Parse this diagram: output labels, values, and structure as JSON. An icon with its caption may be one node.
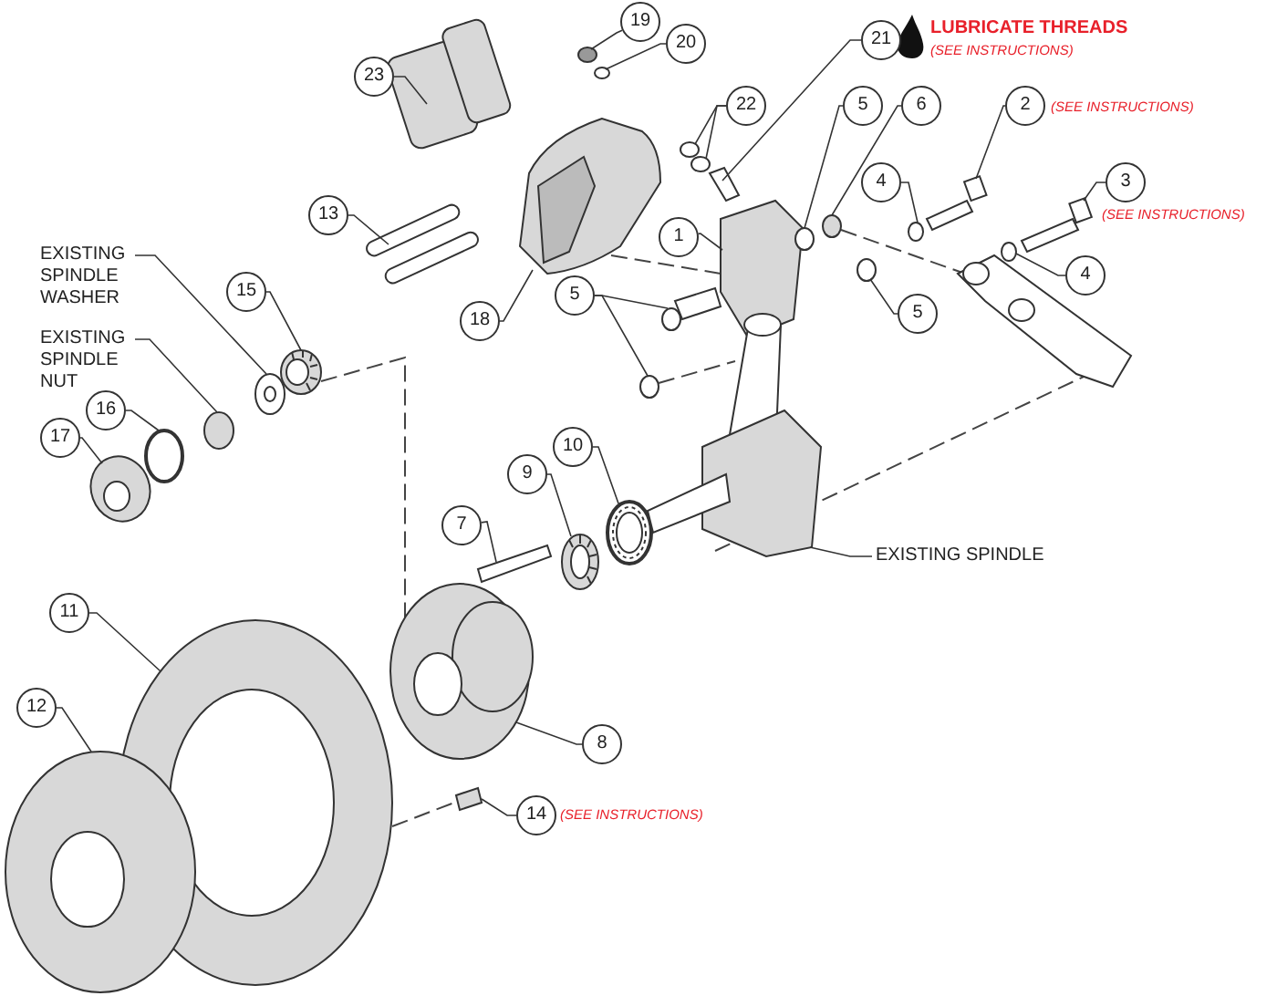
{
  "diagram": {
    "nodes": [
      {
        "text": [
          "19"
        ]
      },
      {
        "text": [
          "20"
        ]
      },
      {
        "text": [
          "21"
        ],
        "beside": [
          "LUBRICATE THREADS",
          "(SEE INSTRUCTIONS)"
        ]
      },
      {
        "text": [
          "23"
        ]
      },
      {
        "text": [
          "22"
        ]
      },
      {
        "text": [
          "5"
        ]
      },
      {
        "text": [
          "6"
        ]
      },
      {
        "text": [
          "2"
        ],
        "beside": [
          "(SEE INSTRUCTIONS)"
        ]
      },
      {
        "text": [
          "3"
        ],
        "beside": [
          "(SEE INSTRUCTIONS)"
        ]
      },
      {
        "text": [
          "4"
        ]
      },
      {
        "text": [
          "13"
        ]
      },
      {
        "text": [
          "1"
        ]
      },
      {
        "text": [
          "4"
        ]
      },
      {
        "text": [
          "5"
        ]
      },
      {
        "text": [
          "5"
        ]
      },
      {
        "text": [
          "18"
        ]
      },
      {
        "text": [
          "15"
        ]
      },
      {
        "text": [
          "EXISTING SPINDLE WASHER"
        ]
      },
      {
        "text": [
          "EXISTING SPINDLE NUT"
        ]
      },
      {
        "text": [
          "16"
        ]
      },
      {
        "text": [
          "17"
        ]
      },
      {
        "text": [
          "10"
        ]
      },
      {
        "text": [
          "9"
        ]
      },
      {
        "text": [
          "7"
        ]
      },
      {
        "text": [
          "EXISTING SPINDLE"
        ]
      },
      {
        "text": [
          "11"
        ]
      },
      {
        "text": [
          "8"
        ]
      },
      {
        "text": [
          "12"
        ]
      },
      {
        "text": [
          "14"
        ],
        "beside": [
          "(SEE INSTRUCTIONS)"
        ]
      },
      {
        "text": [],
        "shape": "circle"
      },
      {
        "text": [],
        "shape": "circle"
      },
      {
        "text": [],
        "shape": "picture"
      },
      {
        "text": [],
        "shape": "circle"
      },
      {
        "text": [],
        "shape": "circle"
      },
      {
        "text": [],
        "shape": "picture"
      },
      {
        "text": [],
        "shape": "picture"
      },
      {
        "text": [],
        "shape": "bar"
      },
      {
        "text": [],
        "shape": "picture"
      },
      {
        "text": [],
        "shape": "circle"
      },
      {
        "text": [],
        "shape": "circle"
      },
      {
        "text": [],
        "shape": "circle"
      },
      {
        "text": [],
        "shape": "picture"
      },
      {
        "text": [],
        "shape": "picture"
      },
      {
        "text": [],
        "shape": "circle"
      },
      {
        "text": [],
        "shape": "circle"
      },
      {
        "text": [],
        "shape": "circle"
      },
      {
        "text": [],
        "shape": "circle"
      },
      {
        "text": [],
        "shape": "picture"
      },
      {
        "text": [],
        "shape": "circle"
      },
      {
        "text": [],
        "shape": "circle"
      },
      {
        "text": [],
        "shape": "circle"
      },
      {
        "text": [],
        "shape": "picture"
      },
      {
        "text": [],
        "shape": "picture"
      },
      {
        "text": [],
        "shape": "picture"
      },
      {
        "text": [],
        "shape": "bar"
      },
      {
        "text": [],
        "shape": "picture"
      },
      {
        "text": [],
        "shape": "picture"
      },
      {
        "text": [],
        "shape": "picture"
      },
      {
        "text": [],
        "shape": "picture"
      },
      {
        "text": [],
        "shape": "picture"
      },
      {
        "text": [],
        "shape": "picture"
      }
    ],
    "edges": [
      {
        "from": 0,
        "to": 29,
        "arrow": "none"
      },
      {
        "from": 1,
        "to": 30,
        "arrow": "none"
      },
      {
        "from": 2,
        "to": 34,
        "arrow": "none"
      },
      {
        "from": 3,
        "to": 31,
        "arrow": "none"
      },
      {
        "from": 4,
        "to": 32,
        "arrow": "none"
      },
      {
        "from": 4,
        "to": 33,
        "arrow": "none"
      },
      {
        "from": 5,
        "to": 38,
        "arrow": "none"
      },
      {
        "from": 6,
        "to": 39,
        "arrow": "none"
      },
      {
        "from": 7,
        "to": 41,
        "arrow": "none"
      },
      {
        "from": 8,
        "to": 42,
        "arrow": "none"
      },
      {
        "from": 9,
        "to": 40,
        "arrow": "none"
      },
      {
        "from": 10,
        "to": 36,
        "arrow": "none"
      },
      {
        "from": 11,
        "to": 37,
        "arrow": "none"
      },
      {
        "from": 12,
        "to": 43,
        "arrow": "none"
      },
      {
        "from": 13,
        "to": 44,
        "arrow": "none"
      },
      {
        "from": 13,
        "to": 45,
        "arrow": "none"
      },
      {
        "from": 14,
        "to": 46,
        "arrow": "none"
      },
      {
        "from": 15,
        "to": 35,
        "arrow": "none"
      },
      {
        "from": 16,
        "to": 47,
        "arrow": "none"
      },
      {
        "from": 17,
        "to": 48,
        "arrow": "none"
      },
      {
        "from": 18,
        "to": 49,
        "arrow": "none"
      },
      {
        "from": 19,
        "to": 50,
        "arrow": "none"
      },
      {
        "from": 20,
        "to": 51,
        "arrow": "none"
      },
      {
        "from": 21,
        "to": 52,
        "arrow": "none"
      },
      {
        "from": 22,
        "to": 53,
        "arrow": "none"
      },
      {
        "from": 23,
        "to": 54,
        "arrow": "none"
      },
      {
        "from": 24,
        "to": 55,
        "arrow": "none"
      },
      {
        "from": 25,
        "to": 56,
        "arrow": "none"
      },
      {
        "from": 26,
        "to": 57,
        "arrow": "none"
      },
      {
        "from": 27,
        "to": 58,
        "arrow": "none"
      },
      {
        "from": 28,
        "to": 59,
        "arrow": "none"
      },
      {
        "from": 47,
        "to": 57,
        "arrow": "none",
        "style": "dashed"
      },
      {
        "from": 35,
        "to": 37,
        "arrow": "none",
        "style": "dashed"
      },
      {
        "from": 45,
        "to": 55,
        "arrow": "none",
        "style": "dashed"
      },
      {
        "from": 55,
        "to": 60,
        "arrow": "none",
        "style": "dashed"
      },
      {
        "from": 56,
        "to": 59,
        "arrow": "none",
        "style": "dashed"
      },
      {
        "from": 39,
        "to": 60,
        "arrow": "none",
        "style": "dashed"
      }
    ]
  }
}
